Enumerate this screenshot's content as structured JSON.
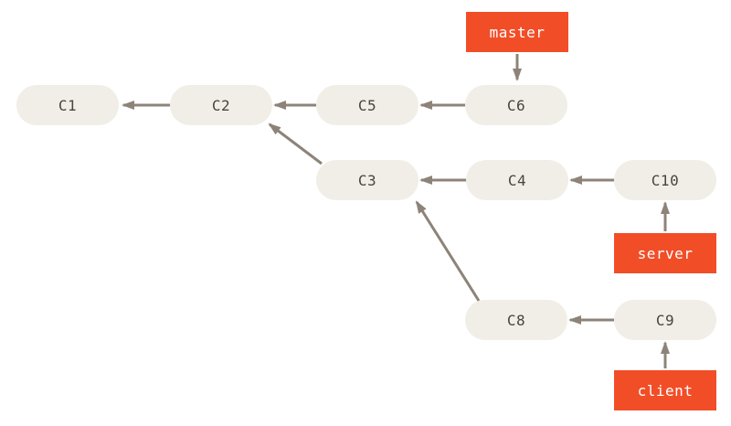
{
  "diagram": {
    "type": "git-commit-graph",
    "background": "#ffffff",
    "colors": {
      "node_fill": "#f0eee6",
      "node_text": "#48453f",
      "arrow": "#8d8378",
      "ref_fill": "#f14e28",
      "ref_text": "#ffffff"
    },
    "commits": [
      {
        "id": "c1",
        "label": "C1"
      },
      {
        "id": "c2",
        "label": "C2"
      },
      {
        "id": "c5",
        "label": "C5"
      },
      {
        "id": "c6",
        "label": "C6"
      },
      {
        "id": "c3",
        "label": "C3"
      },
      {
        "id": "c4",
        "label": "C4"
      },
      {
        "id": "c10",
        "label": "C10"
      },
      {
        "id": "c8",
        "label": "C8"
      },
      {
        "id": "c9",
        "label": "C9"
      }
    ],
    "refs": [
      {
        "id": "master",
        "label": "master",
        "points_to": "C6"
      },
      {
        "id": "server",
        "label": "server",
        "points_to": "C10"
      },
      {
        "id": "client",
        "label": "client",
        "points_to": "C9"
      }
    ],
    "edges": [
      {
        "from": "C2",
        "to": "C1"
      },
      {
        "from": "C5",
        "to": "C2"
      },
      {
        "from": "C6",
        "to": "C5"
      },
      {
        "from": "master",
        "to": "C6"
      },
      {
        "from": "C3",
        "to": "C2"
      },
      {
        "from": "C4",
        "to": "C3"
      },
      {
        "from": "C10",
        "to": "C4"
      },
      {
        "from": "server",
        "to": "C10"
      },
      {
        "from": "C8",
        "to": "C3"
      },
      {
        "from": "C9",
        "to": "C8"
      },
      {
        "from": "client",
        "to": "C9"
      }
    ]
  }
}
